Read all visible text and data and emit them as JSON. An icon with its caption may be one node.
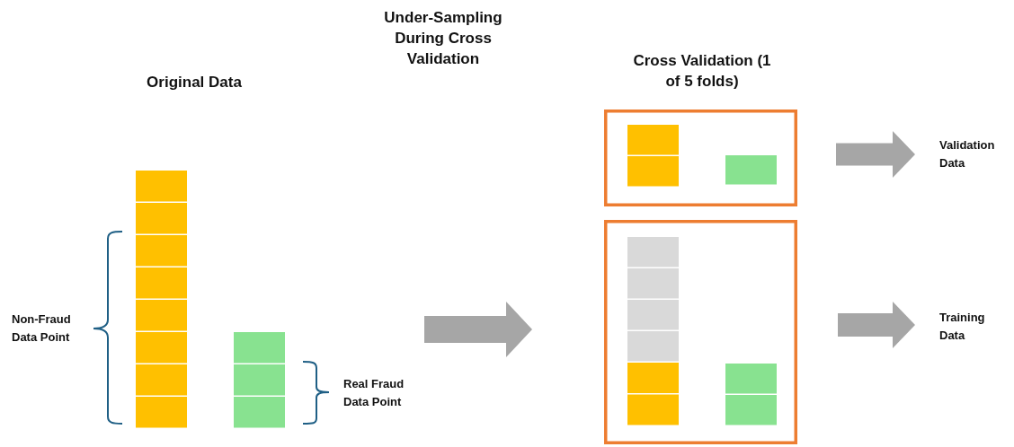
{
  "diagram": {
    "title": "Under-Sampling During Cross Validation",
    "nodes": [
      {
        "text": [
          "Original Data"
        ]
      },
      {
        "text": [
          "Cross Validation (1 of 5 folds)"
        ]
      },
      {
        "text": [],
        "shape": "box",
        "in": 1
      },
      {
        "text": [],
        "shape": "box",
        "in": 1
      },
      {
        "text": [
          "Validation Data"
        ]
      },
      {
        "text": [
          "Training Data"
        ]
      }
    ],
    "edges": [
      {
        "from": null,
        "to": 1,
        "arrow": "to"
      },
      {
        "from": null,
        "to": 4,
        "arrow": "to"
      },
      {
        "from": null,
        "to": 5,
        "arrow": "to"
      }
    ],
    "labels": [
      "Non-Fraud Data Point",
      "Real Fraud Data Point"
    ]
  }
}
